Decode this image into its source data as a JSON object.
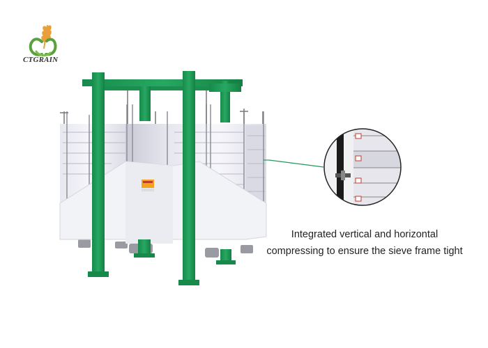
{
  "brand": {
    "name": "CTGRAIN",
    "icon": "wheat-apple-logo-icon",
    "colors": {
      "green": "#5aa03c",
      "orange": "#e8a13a"
    }
  },
  "product": {
    "image": "double-section-plansifter",
    "frame_color": "#1f9a57",
    "cabinet_color": "#f2f3f6"
  },
  "callout": {
    "icon": "magnified-detail-icon",
    "line_color": "#1f9a57",
    "lines": [
      "Integrated vertical and horizontal",
      "compressing to ensure the sieve frame tight"
    ]
  }
}
